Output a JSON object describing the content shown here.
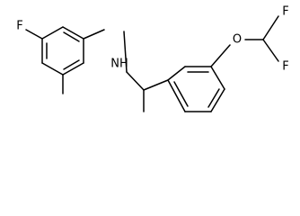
{
  "molecule": {
    "atoms": {
      "nh": "NH",
      "o": "O",
      "f_ring": "F",
      "f_top": "F",
      "f_bottom": "F"
    },
    "colors": {
      "background": "#ffffff",
      "bonds": "#000000",
      "labels": "#000000"
    }
  }
}
